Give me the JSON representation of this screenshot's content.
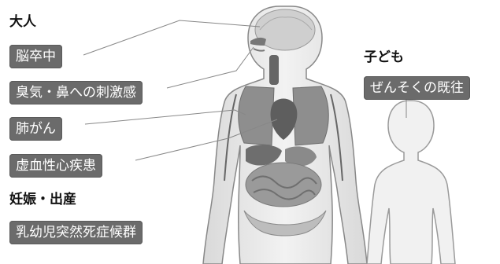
{
  "adult": {
    "heading": "大人",
    "items": [
      "脳卒中",
      "臭気・鼻への刺激感",
      "肺がん",
      "虚血性心疾患"
    ]
  },
  "pregnancy": {
    "heading": "妊娠・出産",
    "items": [
      "乳幼児突然死症候群"
    ]
  },
  "child": {
    "heading": "子ども",
    "items": [
      "ぜんそくの既往"
    ]
  },
  "colors": {
    "tag_background": "#6b6b6b",
    "tag_text": "#ffffff",
    "body_fill": "#e8e8e8",
    "organ_fill": "#8c8c8c"
  }
}
